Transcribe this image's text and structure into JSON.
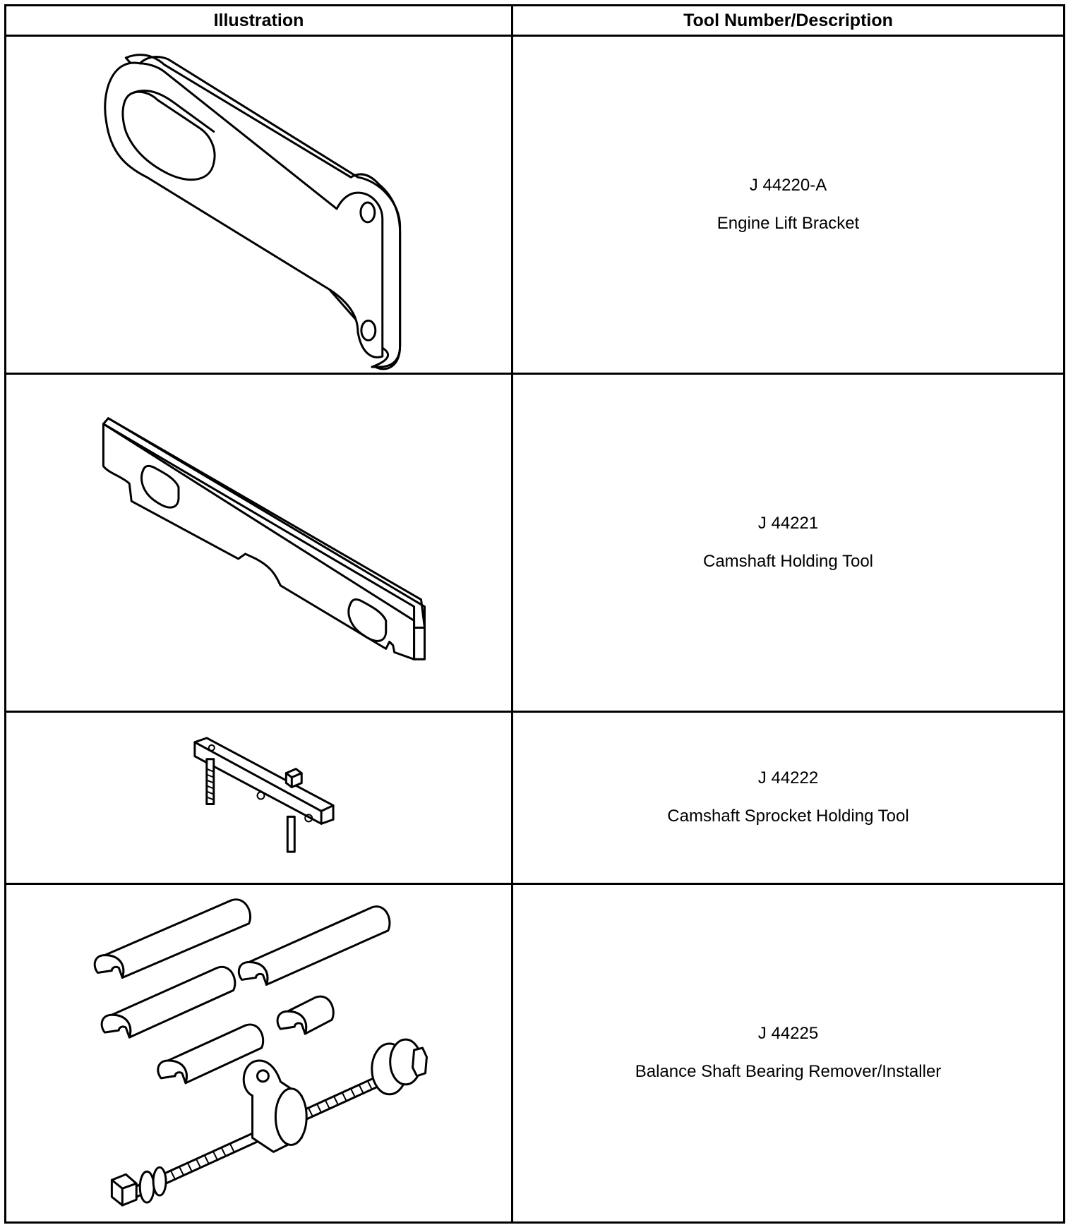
{
  "table": {
    "headers": {
      "illustration": "Illustration",
      "description": "Tool Number/Description"
    },
    "rows": [
      {
        "tool_number": "J 44220-A",
        "description": "Engine Lift Bracket",
        "icon": "engine-lift-bracket-icon"
      },
      {
        "tool_number": "J 44221",
        "description": "Camshaft Holding Tool",
        "icon": "camshaft-holding-tool-icon"
      },
      {
        "tool_number": "J 44222",
        "description": "Camshaft Sprocket Holding Tool",
        "icon": "camshaft-sprocket-holding-tool-icon"
      },
      {
        "tool_number": "J 44225",
        "description": "Balance Shaft Bearing Remover/Installer",
        "icon": "balance-shaft-bearing-remover-installer-icon"
      }
    ]
  }
}
